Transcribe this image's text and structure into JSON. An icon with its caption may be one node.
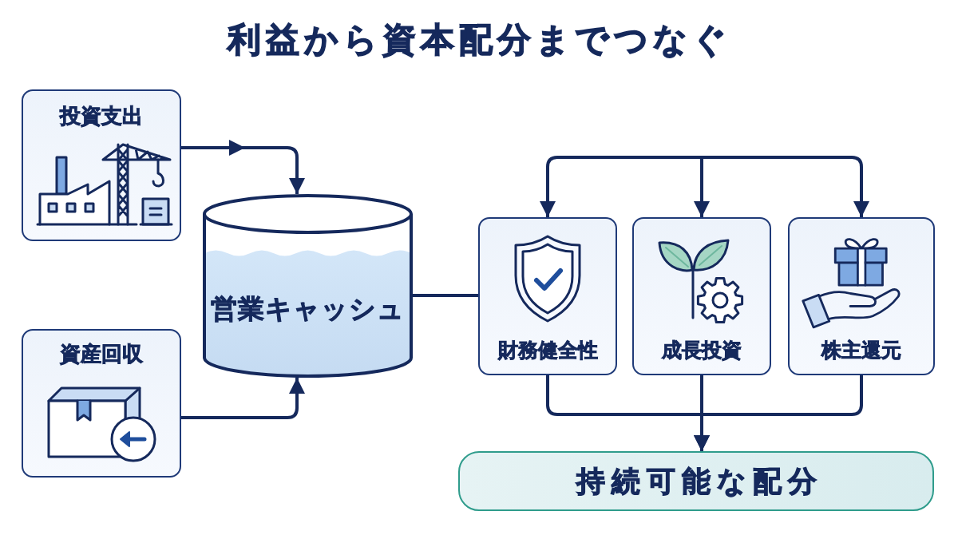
{
  "diagram": {
    "title": "利益から資本配分までつなぐ",
    "nodes": [
      {
        "text": [
          "投資支出"
        ]
      },
      {
        "text": [
          "資産回収"
        ]
      },
      {
        "text": [
          "営業キャッシュ"
        ]
      },
      {
        "text": [
          "財務健全性"
        ]
      },
      {
        "text": [
          "成長投資"
        ]
      },
      {
        "text": [
          "株主還元"
        ]
      },
      {
        "text": [
          "持続可能な配分"
        ]
      }
    ],
    "edges": [
      {
        "from": 0,
        "to": 2,
        "arrow": "to"
      },
      {
        "from": 1,
        "to": 2,
        "arrow": "to"
      },
      {
        "from": 2,
        "to": 3,
        "arrow": "none"
      },
      {
        "from": null,
        "to": 3,
        "arrow": "to"
      },
      {
        "from": null,
        "to": 4,
        "arrow": "to"
      },
      {
        "from": null,
        "to": 5,
        "arrow": "to"
      },
      {
        "from": 3,
        "to": 6,
        "arrow": "to"
      },
      {
        "from": 4,
        "to": 6,
        "arrow": "to"
      },
      {
        "from": 5,
        "to": 6,
        "arrow": "to"
      }
    ]
  }
}
